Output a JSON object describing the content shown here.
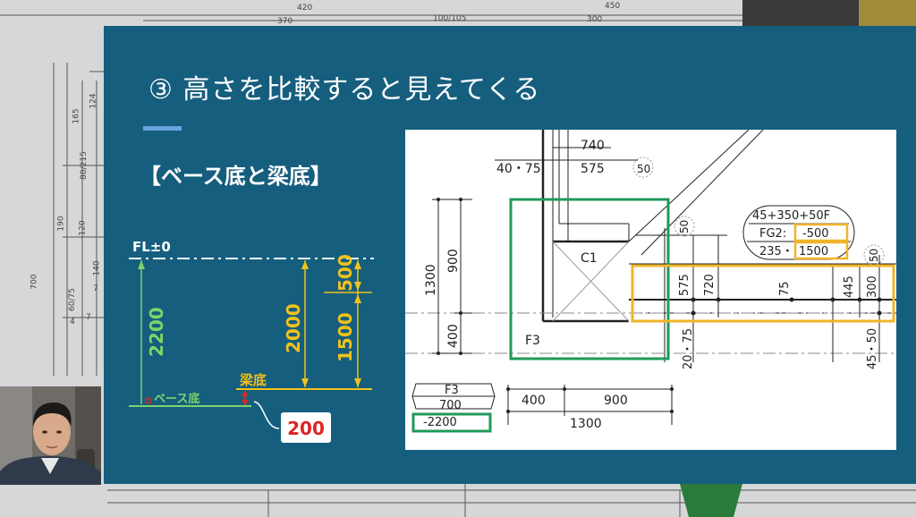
{
  "background": {
    "dims": [
      "420",
      "450",
      "370",
      "100/105",
      "300",
      "124",
      "165",
      "80/215",
      "190",
      "120",
      "700",
      "140",
      "60/75",
      "7",
      "7",
      "4"
    ]
  },
  "slide": {
    "title": "③ 高さを比較すると見えてくる",
    "subtitle": "【ベース底と梁底】",
    "accent_color": "#6aa3de",
    "bg_color": "#155e7e"
  },
  "section": {
    "fl_label": "FL±0",
    "dim_2200": "2200",
    "dim_2000": "2000",
    "dim_500": "500",
    "dim_1500": "1500",
    "beam_bottom_label": "梁底",
    "base_bottom_label": "ベース底",
    "difference_value": "200",
    "green": "#7fd36b",
    "yellow": "#f2c21b",
    "red": "#e02424"
  },
  "drawing": {
    "dim_740": "740",
    "dim_40_75": "40・75",
    "dim_575_top": "575",
    "circle_50": "50",
    "dim_1300_left": "1300",
    "dim_900_left": "900",
    "dim_400_left": "400",
    "column_label": "C1",
    "footing_label": "F3",
    "beam_header": "45+350+50F",
    "beam_name": "FG2:",
    "beam_level": "-500",
    "beam_dims": "235・",
    "beam_depth": "1500",
    "dim_575_v": "575",
    "dim_720": "720",
    "dim_75": "75",
    "dim_445": "445",
    "dim_300": "300",
    "dim_20_75": "20・75",
    "dim_45_50": "45・50",
    "table_name": "F3",
    "table_size": "700",
    "table_level": "-2200",
    "dim_400_bottom": "400",
    "dim_900_bottom": "900",
    "dim_1300_bottom": "1300",
    "highlight_green": "#1f9a5a",
    "highlight_orange": "#f0b429"
  }
}
